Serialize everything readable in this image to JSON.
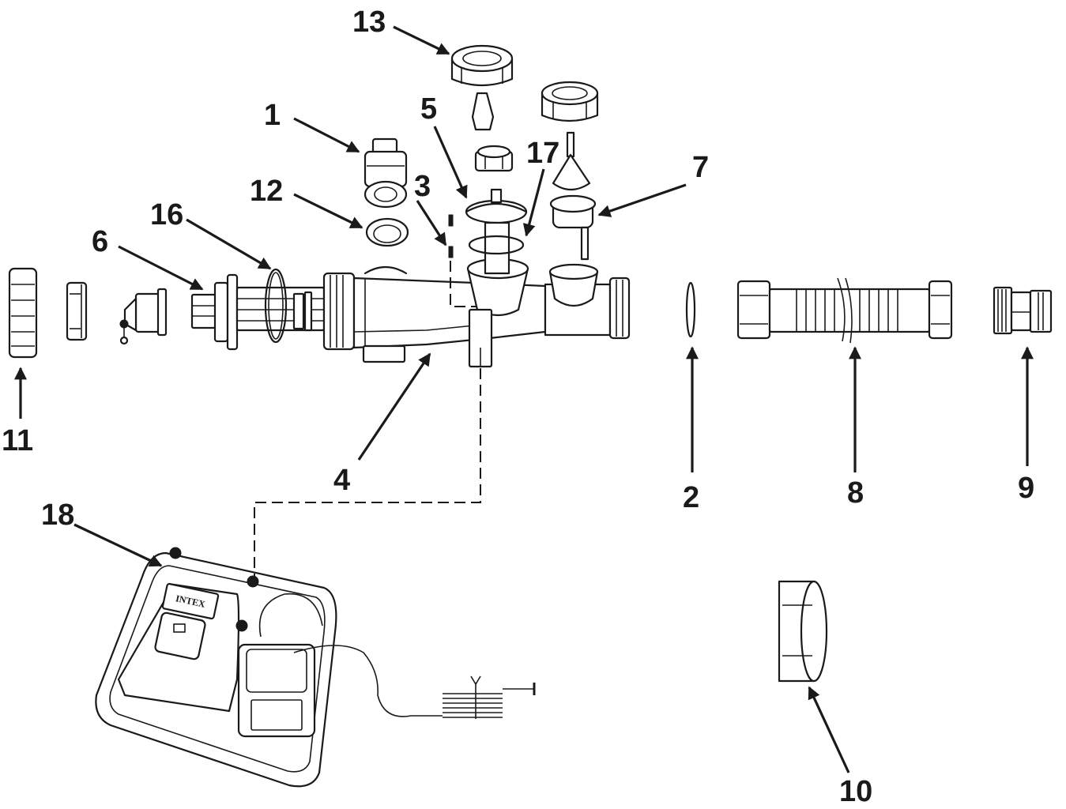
{
  "diagram": {
    "title": "Exploded parts view",
    "brand_label": "INTEX",
    "callouts": [
      {
        "id": "1",
        "label": "1"
      },
      {
        "id": "2",
        "label": "2"
      },
      {
        "id": "3",
        "label": "3"
      },
      {
        "id": "4",
        "label": "4"
      },
      {
        "id": "5",
        "label": "5"
      },
      {
        "id": "6",
        "label": "6"
      },
      {
        "id": "7",
        "label": "7"
      },
      {
        "id": "8",
        "label": "8"
      },
      {
        "id": "9",
        "label": "9"
      },
      {
        "id": "10",
        "label": "10"
      },
      {
        "id": "11",
        "label": "11"
      },
      {
        "id": "12",
        "label": "12"
      },
      {
        "id": "13",
        "label": "13"
      },
      {
        "id": "16",
        "label": "16"
      },
      {
        "id": "17",
        "label": "17"
      },
      {
        "id": "18",
        "label": "18"
      }
    ]
  }
}
